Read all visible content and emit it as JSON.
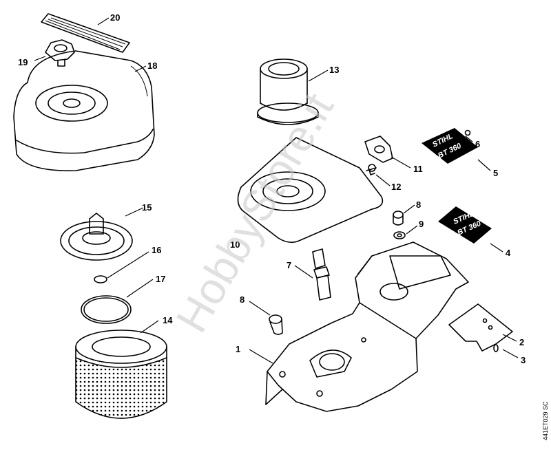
{
  "watermark": "HobbyStore.it",
  "drawing_code": "441ET029 SC",
  "badge_brand": "STIHL",
  "badge_model": "BT 360",
  "callouts": {
    "p1": "1",
    "p2": "2",
    "p3": "3",
    "p4": "4",
    "p5": "5",
    "p6": "6",
    "p7": "7",
    "p8a": "8",
    "p8b": "8",
    "p9": "9",
    "p10": "10",
    "p11": "11",
    "p12": "12",
    "p13": "13",
    "p14": "14",
    "p15": "15",
    "p16": "16",
    "p17": "17",
    "p18": "18",
    "p19": "19",
    "p20": "20"
  }
}
